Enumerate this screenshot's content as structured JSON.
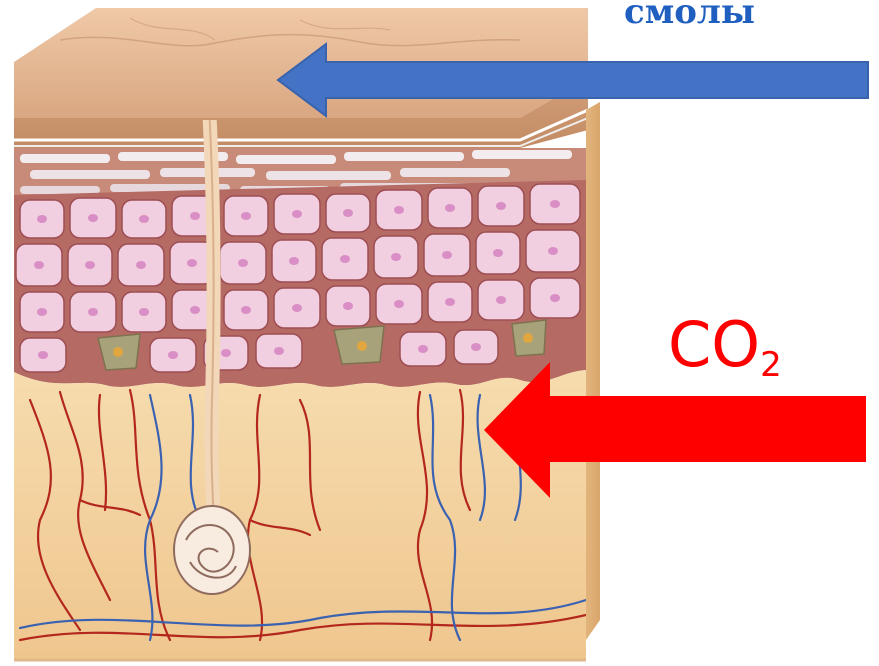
{
  "labels": {
    "top_label": "смолы",
    "bottom_label_main": "CO",
    "bottom_label_sub": "2"
  },
  "colors": {
    "top_arrow": "#4472c4",
    "top_label": "#1f5fbf",
    "bottom_arrow": "#ff0000",
    "bottom_label": "#ff0000",
    "skin_surface": "#d8a478",
    "cell_fill": "#f2cfe0",
    "nucleus": "#d98ec5",
    "dermis": "#f3d4a5",
    "artery": "#b3271d",
    "vein": "#3b62b0"
  }
}
